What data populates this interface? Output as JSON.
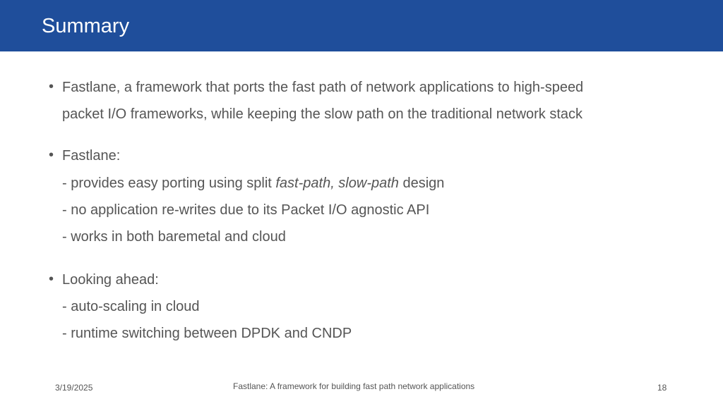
{
  "slide": {
    "title": "Summary",
    "number": "18"
  },
  "body": {
    "bullet_glyph": "•",
    "section1": {
      "line1": "Fastlane, a framework that ports the fast path of network applications to high-speed",
      "line2": "packet I/O frameworks, while keeping the slow path on the traditional network stack"
    },
    "section2": {
      "heading": "Fastlane:",
      "item1_prefix": "- provides easy porting using split ",
      "item1_italic": "fast-path, slow-path",
      "item1_suffix": " design",
      "item2": "- no application re-writes due to its Packet I/O agnostic API",
      "item3": "- works in both baremetal and cloud"
    },
    "section3": {
      "heading": "Looking ahead:",
      "item1": "- auto-scaling in cloud",
      "item2": "- runtime switching between DPDK and CNDP"
    }
  },
  "footer": {
    "date": "3/19/2025",
    "caption": "Fastlane: A framework for building fast path network applications"
  },
  "colors": {
    "header_bar": "#1f4e9b",
    "title_text": "#ffffff",
    "body_text": "#555555"
  }
}
